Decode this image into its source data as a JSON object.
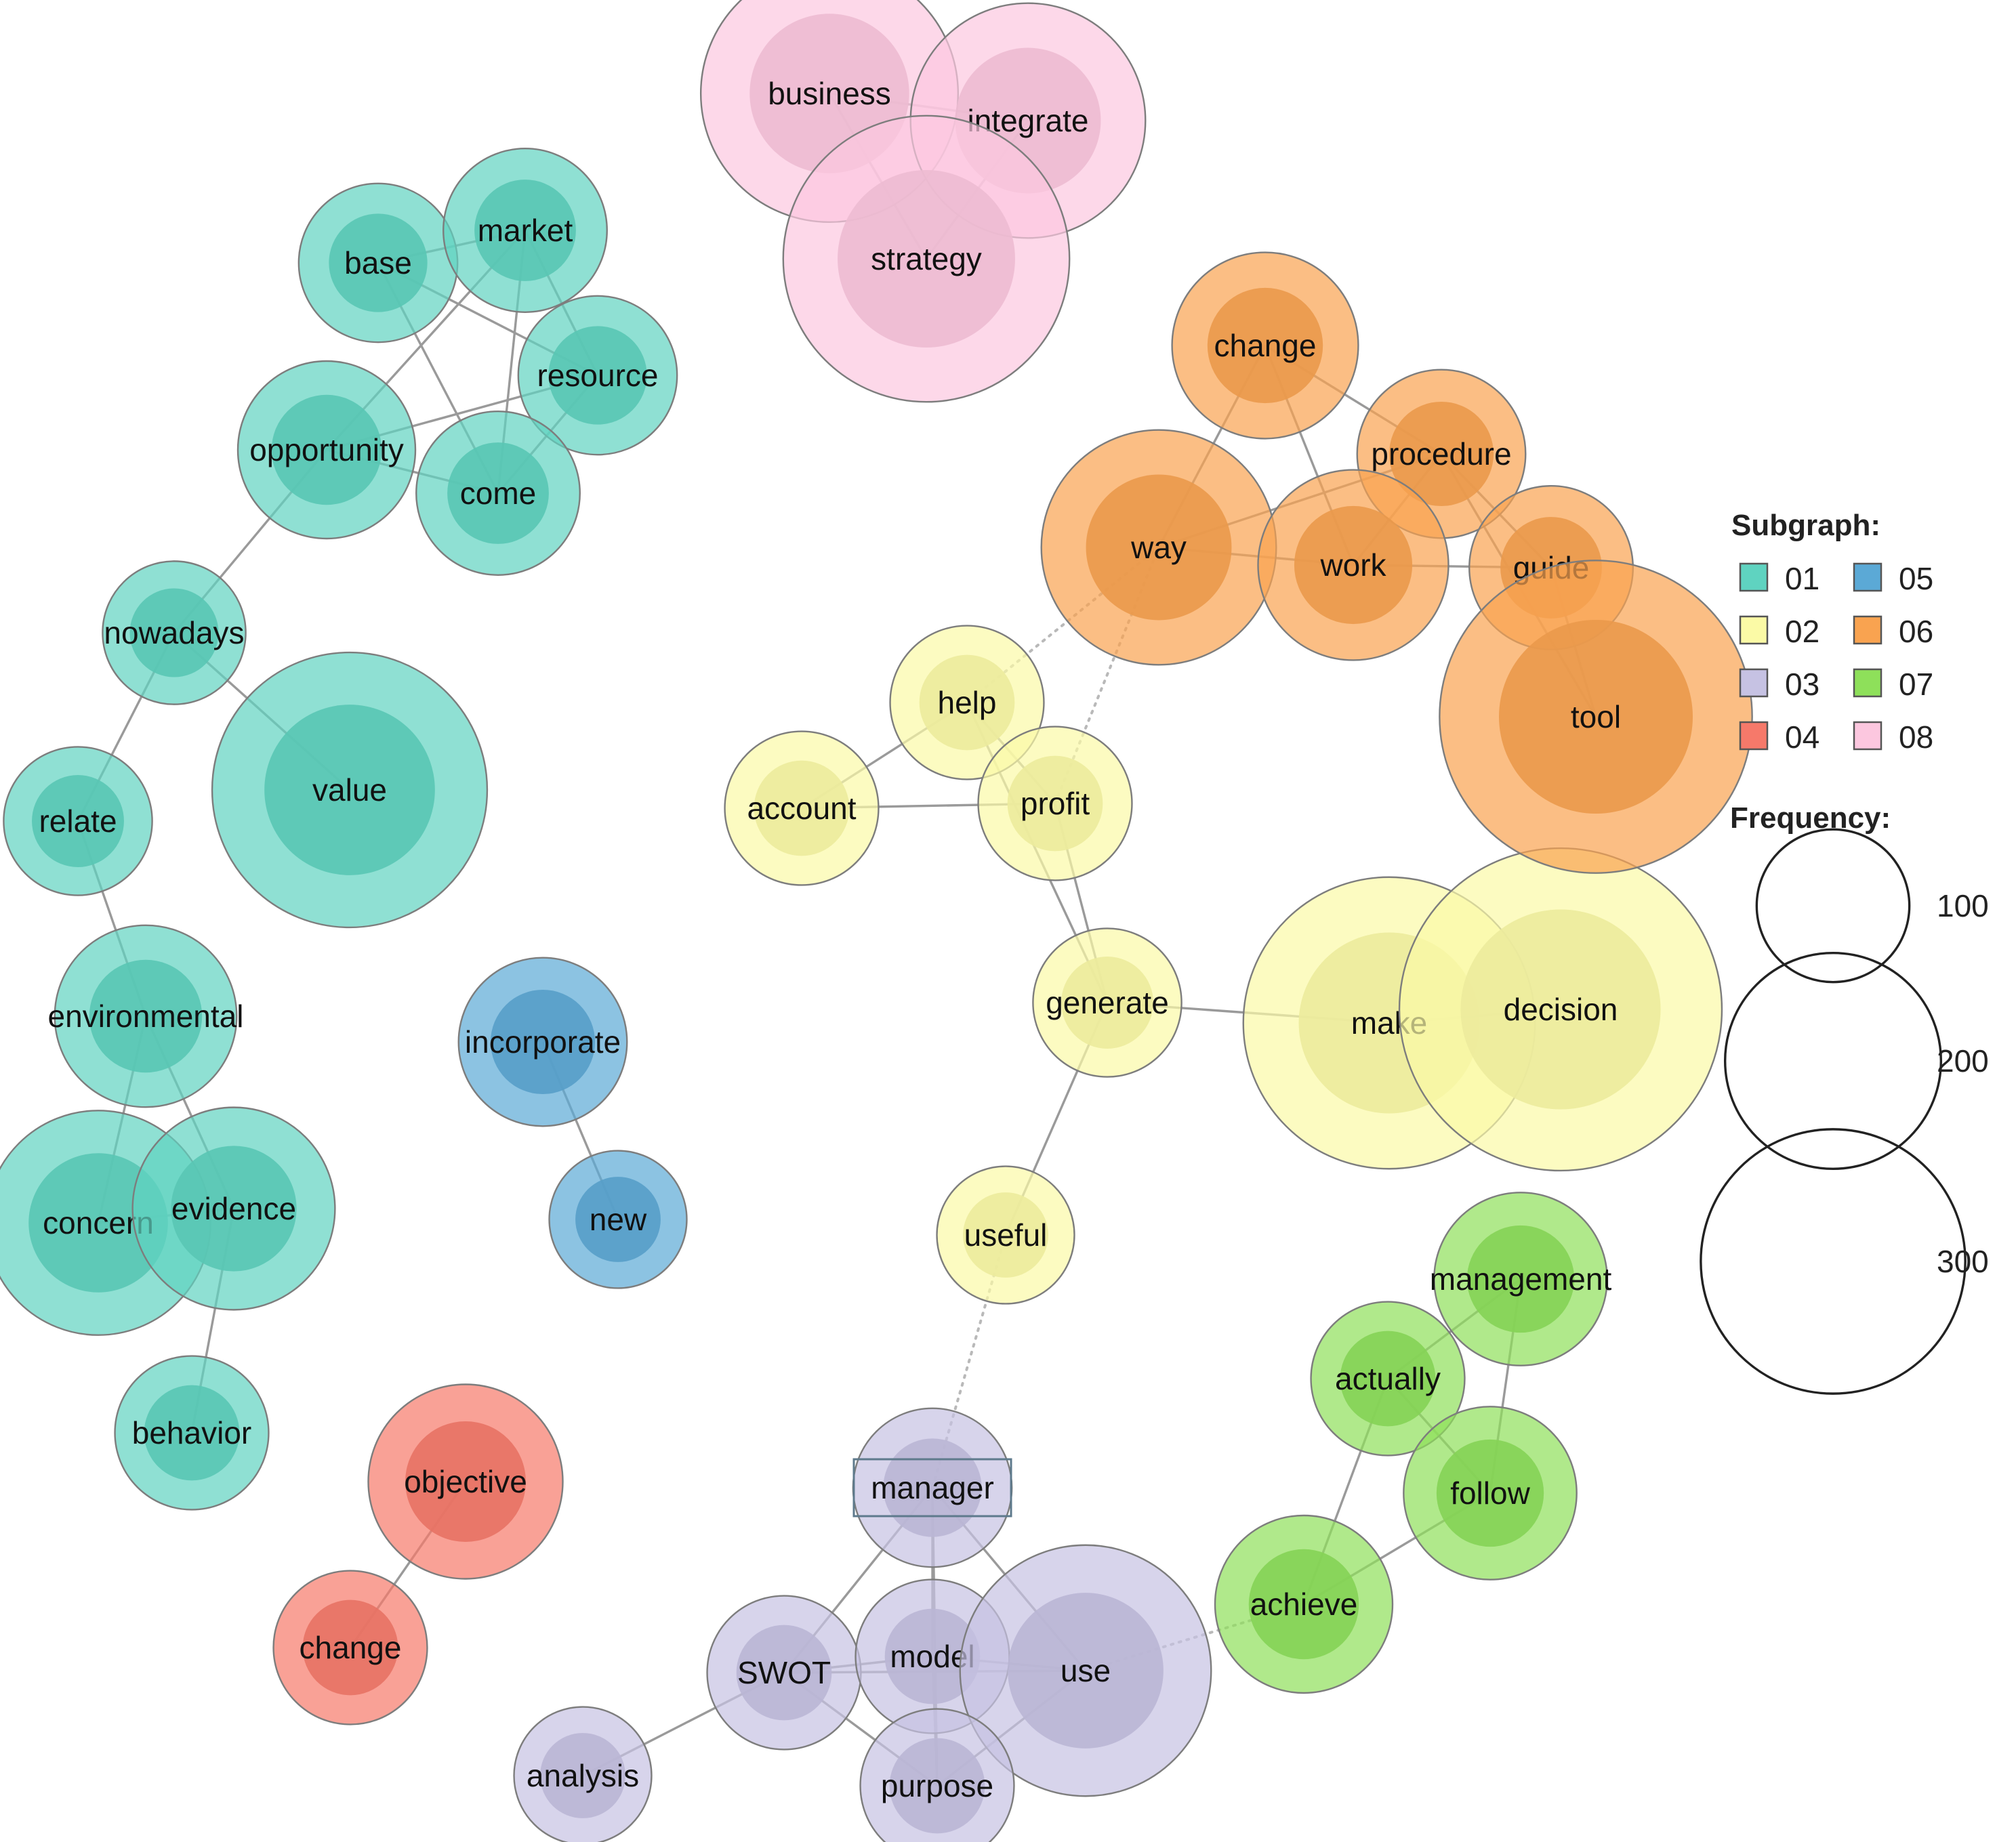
{
  "legend": {
    "subgraph_title": "Subgraph:",
    "subgraphs": [
      {
        "id": "01",
        "color": "#5fd3c0"
      },
      {
        "id": "02",
        "color": "#fbfaa6"
      },
      {
        "id": "03",
        "color": "#c6c2e3"
      },
      {
        "id": "04",
        "color": "#f6796a"
      },
      {
        "id": "05",
        "color": "#5ba9d6"
      },
      {
        "id": "06",
        "color": "#f9a350"
      },
      {
        "id": "07",
        "color": "#8ee05a"
      },
      {
        "id": "08",
        "color": "#fcc7df"
      }
    ],
    "frequency_title": "Frequency:",
    "frequencies": [
      100,
      200,
      300
    ]
  },
  "nodes": [
    {
      "id": "base",
      "label": "base",
      "group": "01",
      "freq": 80
    },
    {
      "id": "market",
      "label": "market",
      "group": "01",
      "freq": 85
    },
    {
      "id": "resource",
      "label": "resource",
      "group": "01",
      "freq": 80
    },
    {
      "id": "opportunity",
      "label": "opportunity",
      "group": "01",
      "freq": 100
    },
    {
      "id": "come",
      "label": "come",
      "group": "01",
      "freq": 85
    },
    {
      "id": "nowadays",
      "label": "nowadays",
      "group": "01",
      "freq": 65
    },
    {
      "id": "value",
      "label": "value",
      "group": "01",
      "freq": 240
    },
    {
      "id": "relate",
      "label": "relate",
      "group": "01",
      "freq": 70
    },
    {
      "id": "environmental",
      "label": "environmental",
      "group": "01",
      "freq": 105
    },
    {
      "id": "concern",
      "label": "concern",
      "group": "01",
      "freq": 160
    },
    {
      "id": "evidence",
      "label": "evidence",
      "group": "01",
      "freq": 130
    },
    {
      "id": "behavior",
      "label": "behavior",
      "group": "01",
      "freq": 75
    },
    {
      "id": "help",
      "label": "help",
      "group": "02",
      "freq": 75
    },
    {
      "id": "account",
      "label": "account",
      "group": "02",
      "freq": 75
    },
    {
      "id": "profit",
      "label": "profit",
      "group": "02",
      "freq": 75
    },
    {
      "id": "generate",
      "label": "generate",
      "group": "02",
      "freq": 70
    },
    {
      "id": "make",
      "label": "make",
      "group": "02",
      "freq": 270
    },
    {
      "id": "decision",
      "label": "decision",
      "group": "02",
      "freq": 330
    },
    {
      "id": "useful",
      "label": "useful",
      "group": "02",
      "freq": 60
    },
    {
      "id": "manager",
      "label": "manager",
      "group": "03",
      "freq": 80
    },
    {
      "id": "SWOT",
      "label": "SWOT",
      "group": "03",
      "freq": 75
    },
    {
      "id": "model",
      "label": "model",
      "group": "03",
      "freq": 75
    },
    {
      "id": "use",
      "label": "use",
      "group": "03",
      "freq": 200
    },
    {
      "id": "purpose",
      "label": "purpose",
      "group": "03",
      "freq": 75
    },
    {
      "id": "analysis",
      "label": "analysis",
      "group": "03",
      "freq": 60
    },
    {
      "id": "objective",
      "label": "objective",
      "group": "04",
      "freq": 120
    },
    {
      "id": "change_04",
      "label": "change",
      "group": "04",
      "freq": 75
    },
    {
      "id": "incorporate",
      "label": "incorporate",
      "group": "05",
      "freq": 90
    },
    {
      "id": "new",
      "label": "new",
      "group": "05",
      "freq": 60
    },
    {
      "id": "change_06",
      "label": "change",
      "group": "06",
      "freq": 110
    },
    {
      "id": "procedure",
      "label": "procedure",
      "group": "06",
      "freq": 90
    },
    {
      "id": "way",
      "label": "way",
      "group": "06",
      "freq": 175
    },
    {
      "id": "work",
      "label": "work",
      "group": "06",
      "freq": 115
    },
    {
      "id": "guide",
      "label": "guide",
      "group": "06",
      "freq": 85
    },
    {
      "id": "tool",
      "label": "tool",
      "group": "06",
      "freq": 310
    },
    {
      "id": "management",
      "label": "management",
      "group": "07",
      "freq": 95
    },
    {
      "id": "actually",
      "label": "actually",
      "group": "07",
      "freq": 75
    },
    {
      "id": "follow",
      "label": "follow",
      "group": "07",
      "freq": 95
    },
    {
      "id": "achieve",
      "label": "achieve",
      "group": "07",
      "freq": 100
    },
    {
      "id": "business",
      "label": "business",
      "group": "08",
      "freq": 210
    },
    {
      "id": "integrate",
      "label": "integrate",
      "group": "08",
      "freq": 175
    },
    {
      "id": "strategy",
      "label": "strategy",
      "group": "08",
      "freq": 260
    }
  ],
  "edges": [
    {
      "source": "base",
      "target": "market",
      "style": "solid"
    },
    {
      "source": "base",
      "target": "resource",
      "style": "solid"
    },
    {
      "source": "base",
      "target": "come",
      "style": "solid"
    },
    {
      "source": "market",
      "target": "resource",
      "style": "solid"
    },
    {
      "source": "market",
      "target": "opportunity",
      "style": "solid"
    },
    {
      "source": "market",
      "target": "come",
      "style": "solid"
    },
    {
      "source": "resource",
      "target": "opportunity",
      "style": "solid"
    },
    {
      "source": "resource",
      "target": "come",
      "style": "solid"
    },
    {
      "source": "opportunity",
      "target": "come",
      "style": "solid"
    },
    {
      "source": "opportunity",
      "target": "nowadays",
      "style": "solid"
    },
    {
      "source": "nowadays",
      "target": "value",
      "style": "solid"
    },
    {
      "source": "nowadays",
      "target": "relate",
      "style": "solid"
    },
    {
      "source": "relate",
      "target": "environmental",
      "style": "solid"
    },
    {
      "source": "environmental",
      "target": "concern",
      "style": "solid"
    },
    {
      "source": "environmental",
      "target": "evidence",
      "style": "solid"
    },
    {
      "source": "concern",
      "target": "evidence",
      "style": "solid"
    },
    {
      "source": "evidence",
      "target": "behavior",
      "style": "solid"
    },
    {
      "source": "business",
      "target": "integrate",
      "style": "solid"
    },
    {
      "source": "business",
      "target": "strategy",
      "style": "solid"
    },
    {
      "source": "integrate",
      "target": "strategy",
      "style": "solid"
    },
    {
      "source": "change_06",
      "target": "way",
      "style": "solid"
    },
    {
      "source": "change_06",
      "target": "work",
      "style": "solid"
    },
    {
      "source": "change_06",
      "target": "procedure",
      "style": "solid"
    },
    {
      "source": "procedure",
      "target": "way",
      "style": "solid"
    },
    {
      "source": "procedure",
      "target": "work",
      "style": "solid"
    },
    {
      "source": "procedure",
      "target": "guide",
      "style": "solid"
    },
    {
      "source": "procedure",
      "target": "tool",
      "style": "solid"
    },
    {
      "source": "way",
      "target": "work",
      "style": "solid"
    },
    {
      "source": "work",
      "target": "guide",
      "style": "solid"
    },
    {
      "source": "guide",
      "target": "tool",
      "style": "solid"
    },
    {
      "source": "help",
      "target": "account",
      "style": "solid"
    },
    {
      "source": "help",
      "target": "profit",
      "style": "solid"
    },
    {
      "source": "help",
      "target": "generate",
      "style": "solid"
    },
    {
      "source": "account",
      "target": "profit",
      "style": "solid"
    },
    {
      "source": "profit",
      "target": "generate",
      "style": "solid"
    },
    {
      "source": "generate",
      "target": "make",
      "style": "solid"
    },
    {
      "source": "make",
      "target": "decision",
      "style": "solid"
    },
    {
      "source": "generate",
      "target": "useful",
      "style": "solid"
    },
    {
      "source": "help",
      "target": "way",
      "style": "dotted"
    },
    {
      "source": "profit",
      "target": "way",
      "style": "dotted"
    },
    {
      "source": "useful",
      "target": "manager",
      "style": "dotted"
    },
    {
      "source": "use",
      "target": "achieve",
      "style": "dotted"
    },
    {
      "source": "incorporate",
      "target": "new",
      "style": "solid"
    },
    {
      "source": "objective",
      "target": "change_04",
      "style": "solid"
    },
    {
      "source": "management",
      "target": "actually",
      "style": "solid"
    },
    {
      "source": "management",
      "target": "follow",
      "style": "solid"
    },
    {
      "source": "actually",
      "target": "follow",
      "style": "solid"
    },
    {
      "source": "actually",
      "target": "achieve",
      "style": "solid"
    },
    {
      "source": "follow",
      "target": "achieve",
      "style": "solid"
    },
    {
      "source": "manager",
      "target": "SWOT",
      "style": "solid"
    },
    {
      "source": "manager",
      "target": "model",
      "style": "solid"
    },
    {
      "source": "manager",
      "target": "use",
      "style": "solid"
    },
    {
      "source": "manager",
      "target": "purpose",
      "style": "solid"
    },
    {
      "source": "SWOT",
      "target": "model",
      "style": "solid"
    },
    {
      "source": "SWOT",
      "target": "use",
      "style": "solid"
    },
    {
      "source": "SWOT",
      "target": "purpose",
      "style": "solid"
    },
    {
      "source": "SWOT",
      "target": "analysis",
      "style": "solid"
    },
    {
      "source": "model",
      "target": "use",
      "style": "solid"
    },
    {
      "source": "model",
      "target": "purpose",
      "style": "solid"
    },
    {
      "source": "use",
      "target": "purpose",
      "style": "solid"
    }
  ],
  "highlighted_node": "manager"
}
